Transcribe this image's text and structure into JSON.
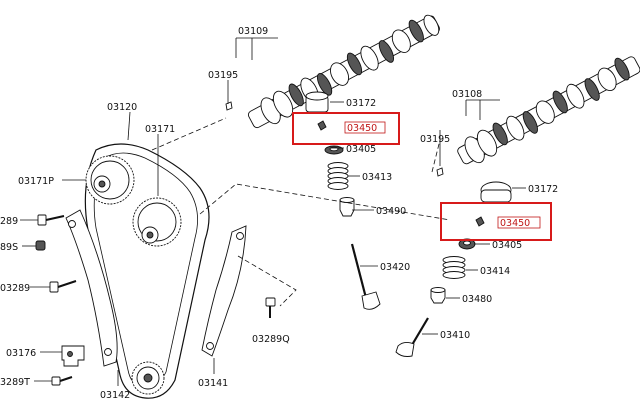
{
  "diagram": {
    "labels": {
      "l03109": "03109",
      "l03195a": "03195",
      "l03172a": "03172",
      "l03450a": "03450",
      "l03405a": "03405",
      "l03413": "03413",
      "l03490": "03490",
      "l03120": "03120",
      "l03171": "03171",
      "l03171P": "03171P",
      "l289a": "289",
      "l89S": "89S",
      "l03289": "03289",
      "l03176": "03176",
      "l3289T": "3289T",
      "l03142": "03142",
      "l03141": "03141",
      "l03289Q": "03289Q",
      "l03420": "03420",
      "l03108": "03108",
      "l03195b": "03195",
      "l03172b": "03172",
      "l03450b": "03450",
      "l03405b": "03405",
      "l03414": "03414",
      "l03480": "03480",
      "l03410": "03410"
    },
    "highlight_color": "#d71a1a"
  }
}
